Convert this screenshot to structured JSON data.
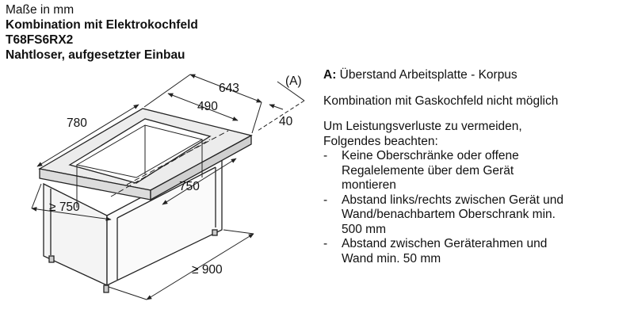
{
  "header": {
    "units": "Maße in mm",
    "title": "Kombination mit Elektrokochfeld",
    "model": "T68FS6RX2",
    "mounting": "Nahtloser, aufgesetzter Einbau"
  },
  "dimensions": {
    "overall_width": "643",
    "cutout_width": "490",
    "offset": "40",
    "marker": "(A)",
    "overall_depth": "780",
    "cutout_depth": "750",
    "cabinet_depth": "≥ 750",
    "cabinet_width": "≥ 900"
  },
  "notes": {
    "a_key": "A:",
    "a_text": "Überstand Arbeitsplatte - Korpus",
    "combination": "Kombination mit Gaskochfeld nicht möglich",
    "intro_line1": "Um Leistungsverluste zu vermeiden,",
    "intro_line2": "Folgendes beachten:",
    "items": [
      {
        "dash": "-",
        "line1": "Keine Oberschränke oder offene",
        "line2": "Regalelemente über dem Gerät",
        "line3": "montieren"
      },
      {
        "dash": "-",
        "line1": "Abstand links/rechts zwischen Gerät und",
        "line2": "Wand/benachbartem Oberschrank min.",
        "line3": "500 mm"
      },
      {
        "dash": "-",
        "line1": "Abstand zwischen Geräterahmen und",
        "line2": "Wand min. 50 mm"
      }
    ]
  },
  "colors": {
    "line": "#222222",
    "cabinet_fill": "#f4f4f4",
    "top_fill": "#ececec"
  }
}
